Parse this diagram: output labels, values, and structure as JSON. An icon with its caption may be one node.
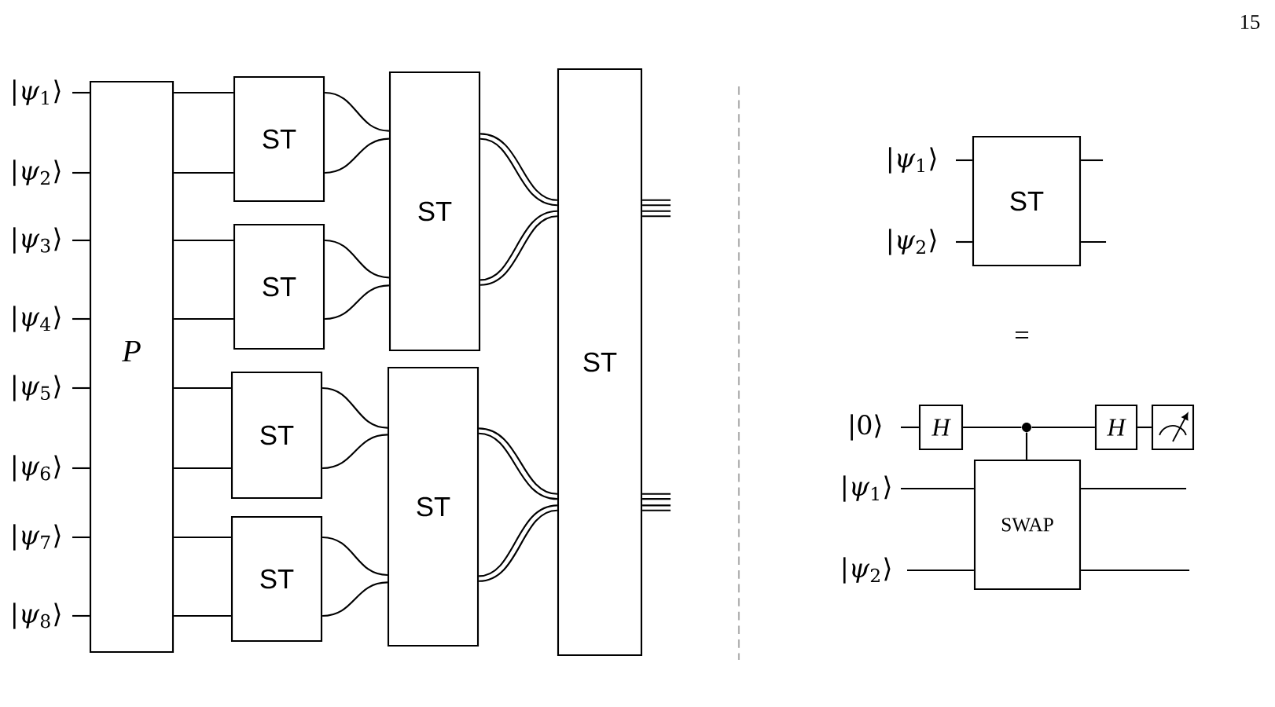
{
  "diagram": {
    "nodes": [
      {
        "text": [
          "|*ψ*$_{1}$⟩"
        ]
      },
      {
        "text": [
          "|*ψ*$_{2}$⟩"
        ]
      },
      {
        "text": [
          "|*ψ*$_{3}$⟩"
        ]
      },
      {
        "text": [
          "|*ψ*$_{4}$⟩"
        ]
      },
      {
        "text": [
          "|*ψ*$_{5}$⟩"
        ]
      },
      {
        "text": [
          "|*ψ*$_{6}$⟩"
        ]
      },
      {
        "text": [
          "|*ψ*$_{7}$⟩"
        ]
      },
      {
        "text": [
          "|*ψ*$_{8}$⟩"
        ]
      },
      {
        "text": [
          "P"
        ]
      },
      {
        "text": [
          "ST"
        ]
      },
      {
        "text": [
          "ST"
        ]
      },
      {
        "text": [
          "ST"
        ]
      },
      {
        "text": [
          "ST"
        ]
      },
      {
        "text": [
          "ST"
        ]
      },
      {
        "text": [
          "ST"
        ]
      },
      {
        "text": [
          "ST"
        ]
      },
      {
        "text": [
          "|*ψ*$_{1}$⟩"
        ]
      },
      {
        "text": [
          "|*ψ*$_{2}$⟩"
        ]
      },
      {
        "text": [
          "ST"
        ]
      },
      {
        "text": [
          "|0⟩"
        ]
      },
      {
        "text": [
          "H"
        ]
      },
      {
        "text": [],
        "shape": "circle"
      },
      {
        "text": [
          "H"
        ]
      },
      {
        "text": [],
        "shape": "picture"
      },
      {
        "text": [
          "|*ψ*$_{1}$⟩"
        ]
      },
      {
        "text": [
          "|*ψ*$_{2}$⟩"
        ]
      },
      {
        "text": [
          "SWAP"
        ]
      }
    ],
    "edges": [
      {
        "from": 0,
        "to": 8,
        "arrow": "none"
      },
      {
        "from": 1,
        "to": 8,
        "arrow": "none"
      },
      {
        "from": 2,
        "to": 8,
        "arrow": "none"
      },
      {
        "from": 3,
        "to": 8,
        "arrow": "none"
      },
      {
        "from": 4,
        "to": 8,
        "arrow": "none"
      },
      {
        "from": 5,
        "to": 8,
        "arrow": "none"
      },
      {
        "from": 6,
        "to": 8,
        "arrow": "none"
      },
      {
        "from": 7,
        "to": 8,
        "arrow": "none"
      },
      {
        "from": 8,
        "to": 9,
        "arrow": "none"
      },
      {
        "from": 8,
        "to": 9,
        "arrow": "none"
      },
      {
        "from": 8,
        "to": 10,
        "arrow": "none"
      },
      {
        "from": 8,
        "to": 10,
        "arrow": "none"
      },
      {
        "from": 8,
        "to": 11,
        "arrow": "none"
      },
      {
        "from": 8,
        "to": 11,
        "arrow": "none"
      },
      {
        "from": 8,
        "to": 12,
        "arrow": "none"
      },
      {
        "from": 8,
        "to": 12,
        "arrow": "none"
      },
      {
        "from": 9,
        "to": 13,
        "arrow": "none"
      },
      {
        "from": 9,
        "to": 13,
        "arrow": "none"
      },
      {
        "from": 10,
        "to": 13,
        "arrow": "none"
      },
      {
        "from": 10,
        "to": 13,
        "arrow": "none"
      },
      {
        "from": 11,
        "to": 14,
        "arrow": "none"
      },
      {
        "from": 11,
        "to": 14,
        "arrow": "none"
      },
      {
        "from": 12,
        "to": 14,
        "arrow": "none"
      },
      {
        "from": 12,
        "to": 14,
        "arrow": "none"
      },
      {
        "from": 13,
        "to": 15,
        "arrow": "none"
      },
      {
        "from": 13,
        "to": 15,
        "arrow": "none"
      },
      {
        "from": 13,
        "to": 15,
        "arrow": "none"
      },
      {
        "from": 13,
        "to": 15,
        "arrow": "none"
      },
      {
        "from": 14,
        "to": 15,
        "arrow": "none"
      },
      {
        "from": 14,
        "to": 15,
        "arrow": "none"
      },
      {
        "from": 14,
        "to": 15,
        "arrow": "none"
      },
      {
        "from": 14,
        "to": 15,
        "arrow": "none"
      },
      {
        "from": 15,
        "to": null,
        "arrow": "none"
      },
      {
        "from": 15,
        "to": null,
        "arrow": "none"
      },
      {
        "from": 15,
        "to": null,
        "arrow": "none"
      },
      {
        "from": 15,
        "to": null,
        "arrow": "none"
      },
      {
        "from": 15,
        "to": null,
        "arrow": "none"
      },
      {
        "from": 15,
        "to": null,
        "arrow": "none"
      },
      {
        "from": 15,
        "to": null,
        "arrow": "none"
      },
      {
        "from": 15,
        "to": null,
        "arrow": "none"
      },
      {
        "from": 16,
        "to": 18,
        "arrow": "none"
      },
      {
        "from": 17,
        "to": 18,
        "arrow": "none"
      },
      {
        "from": 18,
        "to": null,
        "arrow": "none"
      },
      {
        "from": 18,
        "to": null,
        "arrow": "none"
      },
      {
        "from": 19,
        "to": 20,
        "arrow": "none"
      },
      {
        "from": 20,
        "to": 21,
        "arrow": "none"
      },
      {
        "from": 21,
        "to": 22,
        "arrow": "none"
      },
      {
        "from": 22,
        "to": 23,
        "arrow": "none"
      },
      {
        "from": 21,
        "to": 26,
        "arrow": "none"
      },
      {
        "from": 24,
        "to": 26,
        "arrow": "none"
      },
      {
        "from": 25,
        "to": 26,
        "arrow": "none"
      },
      {
        "from": 26,
        "to": null,
        "arrow": "none"
      },
      {
        "from": 26,
        "to": null,
        "arrow": "none"
      }
    ],
    "labels": [
      "=",
      "15"
    ]
  }
}
